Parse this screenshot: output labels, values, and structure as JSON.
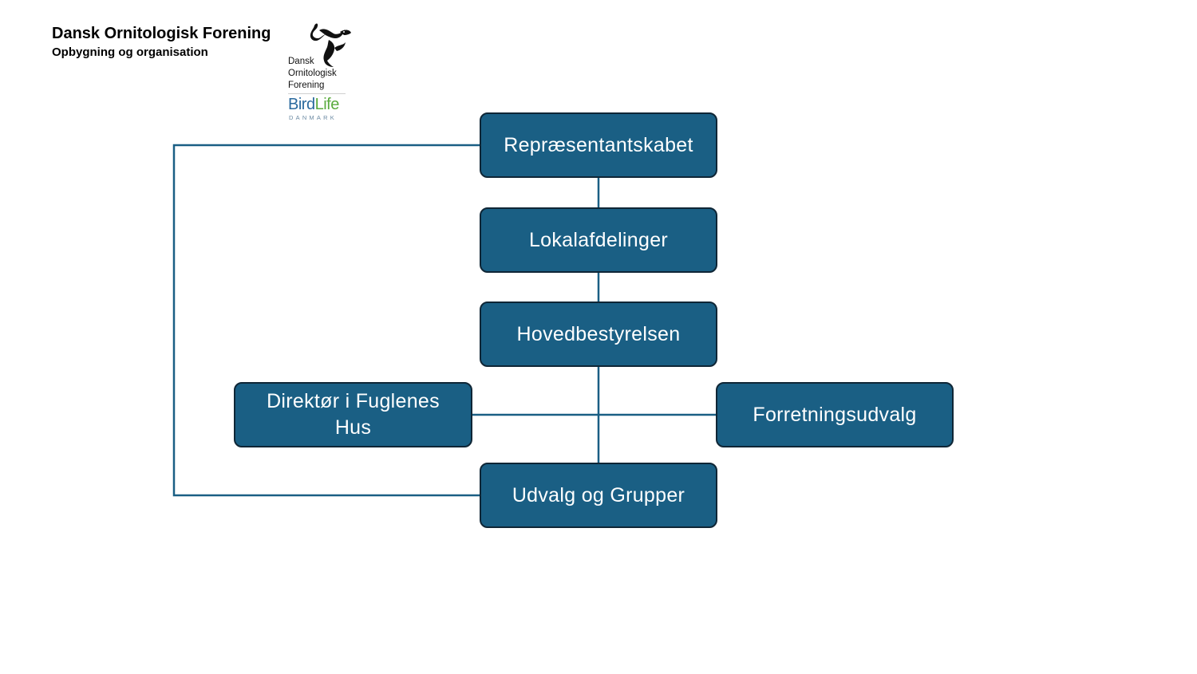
{
  "header": {
    "title": "Dansk Ornitologisk Forening",
    "subtitle": "Opbygning og organisation"
  },
  "logo": {
    "org_lines": [
      "Dansk",
      "Ornitologisk",
      "Forening"
    ],
    "brand_part1": "Bird",
    "brand_part2": "Life",
    "country": "DANMARK",
    "bird_icon": "bird-silhouette-icon"
  },
  "colors": {
    "node_fill": "#1a5f84",
    "node_border": "#0f2636",
    "connector": "#1a5f84",
    "brand_blue": "#2b6a9e",
    "brand_green": "#5aab3e"
  },
  "org_chart": {
    "nodes": [
      {
        "id": "representantskabet",
        "label": "Repræsentantskabet"
      },
      {
        "id": "lokalafdelinger",
        "label": "Lokalafdelinger"
      },
      {
        "id": "hovedbestyrelsen",
        "label": "Hovedbestyrelsen"
      },
      {
        "id": "direktor",
        "label": "Direktør i Fuglenes Hus"
      },
      {
        "id": "forretningsudvalg",
        "label": "Forretningsudvalg"
      },
      {
        "id": "udvalg-grupper",
        "label": "Udvalg og Grupper"
      }
    ],
    "edges": [
      {
        "from": "representantskabet",
        "to": "lokalafdelinger"
      },
      {
        "from": "lokalafdelinger",
        "to": "hovedbestyrelsen"
      },
      {
        "from": "hovedbestyrelsen",
        "to": "udvalg-grupper"
      },
      {
        "from": "direktor",
        "to": "forretningsudvalg"
      },
      {
        "from": "representantskabet",
        "to": "udvalg-grupper"
      }
    ]
  }
}
